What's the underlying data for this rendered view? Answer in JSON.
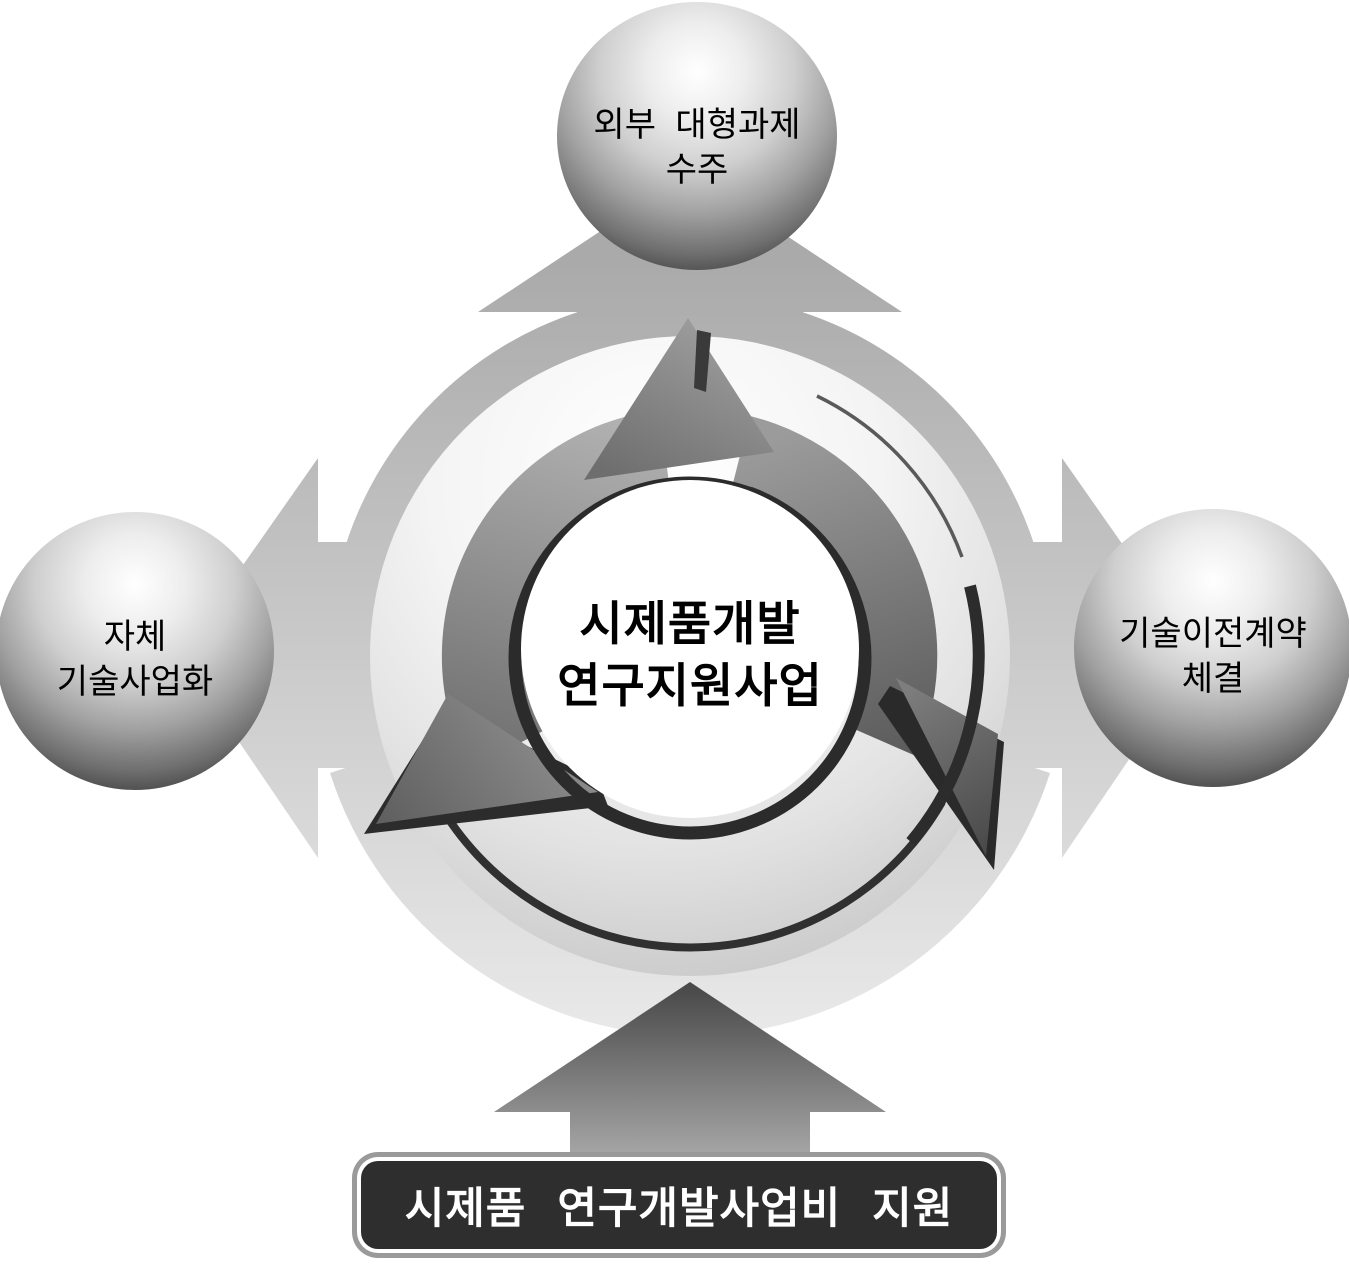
{
  "diagram": {
    "title_note": "circular flow diagram",
    "center": {
      "label": "시제품개발\n연구지원사업"
    },
    "nodes": [
      {
        "id": "top",
        "label": "외부 대형과제\n수주"
      },
      {
        "id": "left",
        "label": "자체\n기술사업화"
      },
      {
        "id": "right",
        "label": "기술이전계약\n체결"
      }
    ],
    "bottom_banner": {
      "label": "시제품 연구개발사업비 지원"
    },
    "colors": {
      "background": "#ffffff",
      "light_arrow_top": "#adadad",
      "light_arrow_bottom": "#e9e9e9",
      "cycle_band_light": "#a8a8a8",
      "cycle_band_dark": "#4e4e4e",
      "outline_dark": "#2c2c2c",
      "banner_fill": "#2e2e2e",
      "banner_border": "#9a9a9a",
      "banner_text": "#ffffff",
      "sphere_shadow": "#101010",
      "text": "#000000"
    }
  }
}
